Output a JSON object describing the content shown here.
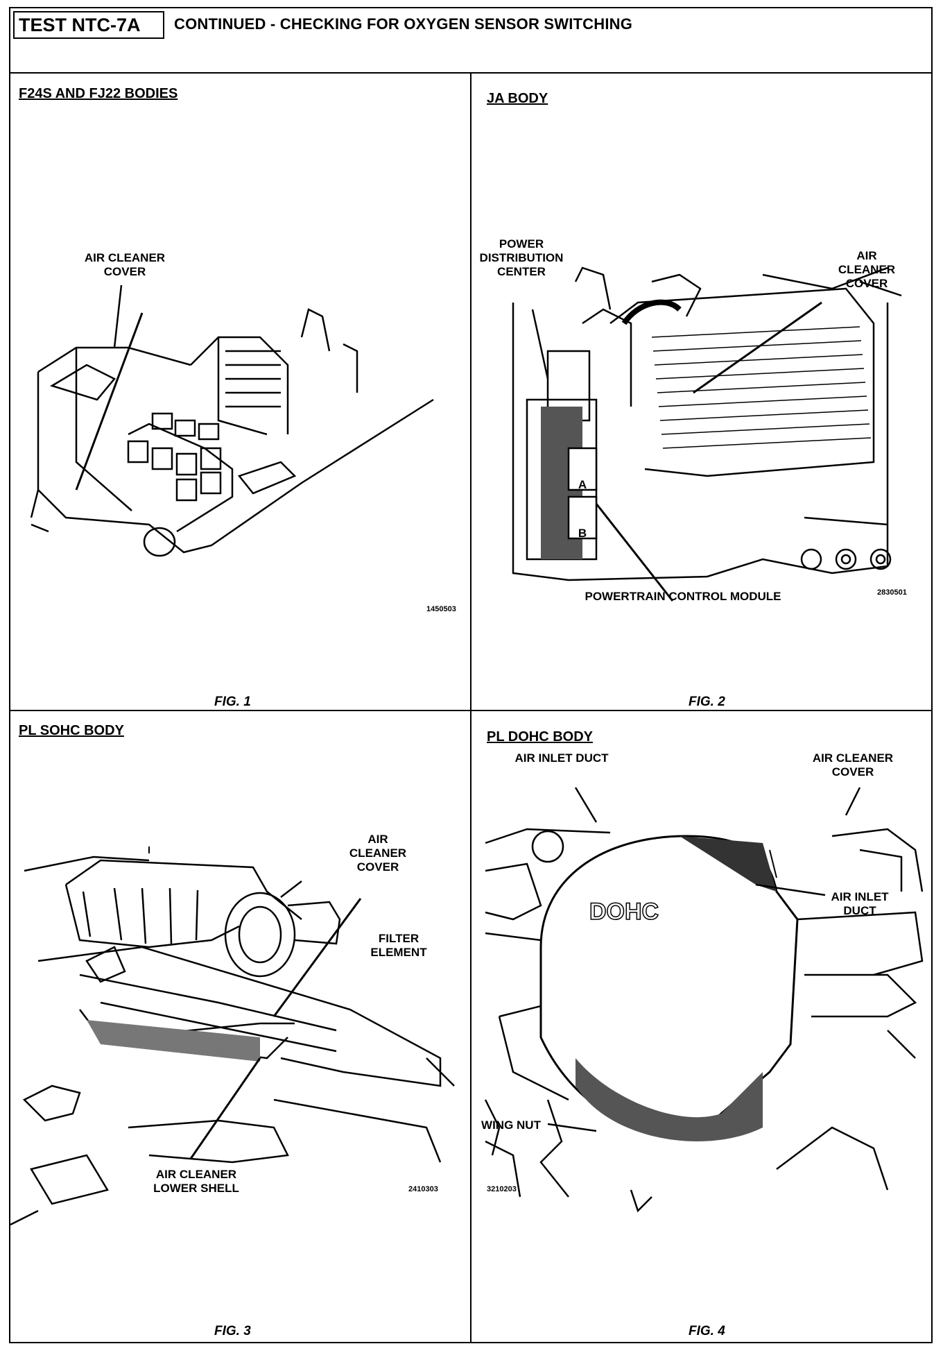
{
  "header": {
    "test_id": "TEST NTC-7A",
    "title": "CONTINUED - CHECKING FOR OXYGEN SENSOR SWITCHING"
  },
  "panels": [
    {
      "title": "F24S AND FJ22 BODIES",
      "callouts": [
        "AIR CLEANER\nCOVER"
      ],
      "figure_number": "1450503",
      "caption": "FIG. 1"
    },
    {
      "title": "JA BODY",
      "callouts": [
        "POWER\nDISTRIBUTION\nCENTER",
        "AIR\nCLEANER\nCOVER",
        "POWERTRAIN CONTROL MODULE",
        "A",
        "B"
      ],
      "figure_number": "2830501",
      "caption": "FIG. 2"
    },
    {
      "title": "PL SOHC BODY",
      "callouts": [
        "AIR\nCLEANER\nCOVER",
        "FILTER\nELEMENT",
        "AIR CLEANER\nLOWER SHELL"
      ],
      "figure_number": "2410303",
      "caption": "FIG. 3"
    },
    {
      "title": "PL DOHC BODY",
      "callouts": [
        "AIR INLET DUCT",
        "AIR CLEANER\nCOVER",
        "AIR INLET\nDUCT",
        "WING NUT"
      ],
      "figure_number": "3210203",
      "caption": "FIG. 4"
    }
  ]
}
